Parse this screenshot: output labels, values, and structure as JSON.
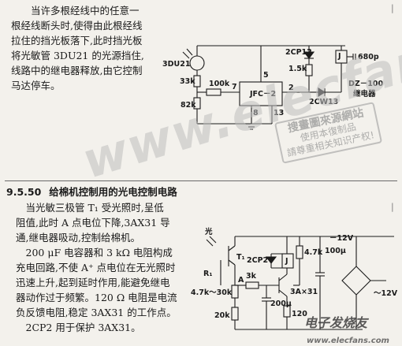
{
  "paragraph1": [
    "当许多根经线中的任意一",
    "根经线断头时,使得由此根经线",
    "拉住的挡光板落下,此时挡光板",
    "将光敏管 3DU21 的光源挡住,",
    "线路中的继电器释放,由它控制",
    "马达停车。"
  ],
  "section": {
    "number": "9.5.50",
    "title": "给棉机控制用的光电控制电路"
  },
  "paragraph2": [
    "当光敏三极管 T₁ 受光照时,呈低",
    "阻值,此时 A 点电位下降,3AX31 导",
    "通,继电器吸动,控制给棉机。",
    "200 μF 电容器和 3 kΩ 电阻构成",
    "充电回路,不使 A⁺ 点电位在无光照时",
    "迅速上升,起到延时作用,能避免继电",
    "器动作过于频繁。120 Ω 电阻是电流",
    "负反馈电阻,稳定 3AX31 的工作点。",
    "2CP2 用于保护 3AX31。"
  ],
  "circuit1": {
    "phototransistor": "3DU21",
    "r1": "33k",
    "r2": "82k",
    "r3": "100k",
    "ic": "JFC－2",
    "pin7": "7",
    "pin5": "5",
    "pin2": "2",
    "pin8": "8",
    "pin13": "13",
    "diode1": "2CP12",
    "r4": "1.5k",
    "relay": "J",
    "cap": "680p",
    "zener": "2CW13",
    "relay_label": "DZ－100",
    "relay_name": "继电器"
  },
  "circuit2": {
    "light": "光",
    "t1": "T₁",
    "r1": "R₁",
    "r_adj": "4.7k～30k",
    "node_a": "A",
    "diode": "2CP2",
    "relay": "J",
    "r_47k": "4.7k",
    "r_3k": "3k",
    "transistor": "3A×31",
    "cap200": "200μ",
    "r20k": "20k",
    "r120": "120",
    "cap100": "100μ",
    "vneg12_top": "－12V",
    "vneg12_out": "～12V"
  },
  "watermark": {
    "site": "www.elecfans.com",
    "stamp_head": "搜畫圖來源網站",
    "stamp_line1": "使用本復制品",
    "stamp_line2": "請尊重相关知识产权!",
    "corner": "电子发烧友",
    "corner_url": "www.elecfans.com"
  }
}
